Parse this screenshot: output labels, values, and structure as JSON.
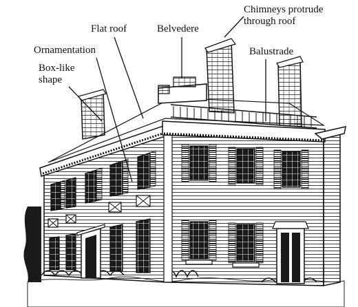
{
  "labels": {
    "box_like": [
      "Box-like",
      "shape"
    ],
    "ornamentation": "Ornamentation",
    "flat_roof": "Flat roof",
    "belvedere": "Belvedere",
    "chimneys": [
      "Chimneys protrude",
      "through roof"
    ],
    "balustrade": "Balustrade"
  },
  "colors": {
    "ink": "#111111",
    "paper": "#ffffff",
    "hatch": "#333333"
  }
}
